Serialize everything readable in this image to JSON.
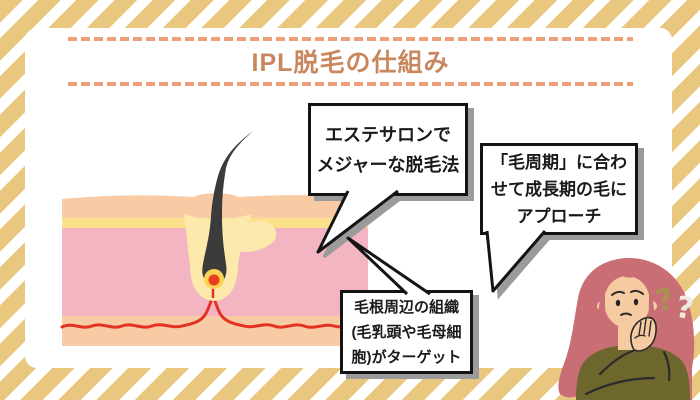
{
  "title": "IPL脱毛の仕組み",
  "bubbles": [
    {
      "id": "salon",
      "lines": [
        "エステサロンで",
        "メジャーな脱毛法"
      ]
    },
    {
      "id": "cycle",
      "lines": [
        "「毛周期」に合わ",
        "せて成長期の毛に",
        "アプローチ"
      ]
    },
    {
      "id": "target",
      "lines": [
        "毛根周辺の組織",
        "(毛乳頭や毛母細",
        "胞)がターゲット"
      ]
    }
  ],
  "question_marks": [
    "?",
    "?"
  ],
  "illustration": {
    "name": "hair-follicle-skin-cross-section"
  },
  "character": {
    "name": "thinking-woman"
  },
  "colors": {
    "stripe": "#e9c77e",
    "panel": "#ffffff",
    "title": "#c9875f",
    "dash": "#ef9f78",
    "bubble_border": "#141414",
    "bubble_shadow": "#9b9b9b",
    "epidermis": "#f8cba4",
    "yellow_layer": "#fbe18b",
    "dermis": "#f4b5c3",
    "hypodermis": "#f8cba4",
    "blood_vessel": "#e43222",
    "hair": "#3b3b3b",
    "follicle_sheath": "#fce9ab",
    "papilla": "#e8401f",
    "woman_hair": "#c96e74",
    "woman_skin": "#f6cba2",
    "woman_sweater": "#6d662d"
  }
}
